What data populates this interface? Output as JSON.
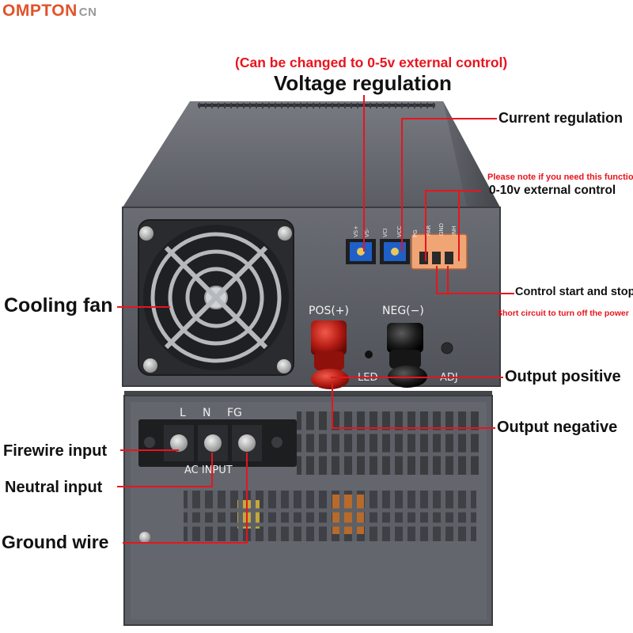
{
  "brand": {
    "name": "OMPTON",
    "suffix": "CN"
  },
  "product": {
    "terminal_labels": {
      "vs_plus": "VS+",
      "vs_minus": "VS-",
      "vci": "VCI",
      "vcc": "VCC",
      "pg": "PG",
      "par": "PAR",
      "gnd": "GND",
      "inh": "INH"
    },
    "pos_label": "POS(+)",
    "neg_label": "NEG(−)",
    "led_label": "LED",
    "adj_label": "ADJ",
    "ac_labels": {
      "l": "L",
      "n": "N",
      "fg": "FG"
    },
    "ac_input_label": "AC INPUT"
  },
  "callouts": {
    "voltage_note": "(Can be changed to 0-5v external control)",
    "voltage_regulation": "Voltage regulation",
    "current_regulation": "Current regulation",
    "function_note": "Please note if you need this function",
    "external_control": "0-10v external control",
    "cooling_fan": "Cooling fan",
    "control_start_stop": "Control start and stop",
    "short_circuit_note": "Short circuit to turn off the power",
    "output_positive": "Output positive",
    "output_negative": "Output negative",
    "firewire_input": "Firewire input",
    "neutral_input": "Neutral input",
    "ground_wire": "Ground wire"
  },
  "colors": {
    "callout_line": "#e8141e",
    "casing": "#5d6068",
    "accent_text": "#e8141e"
  }
}
